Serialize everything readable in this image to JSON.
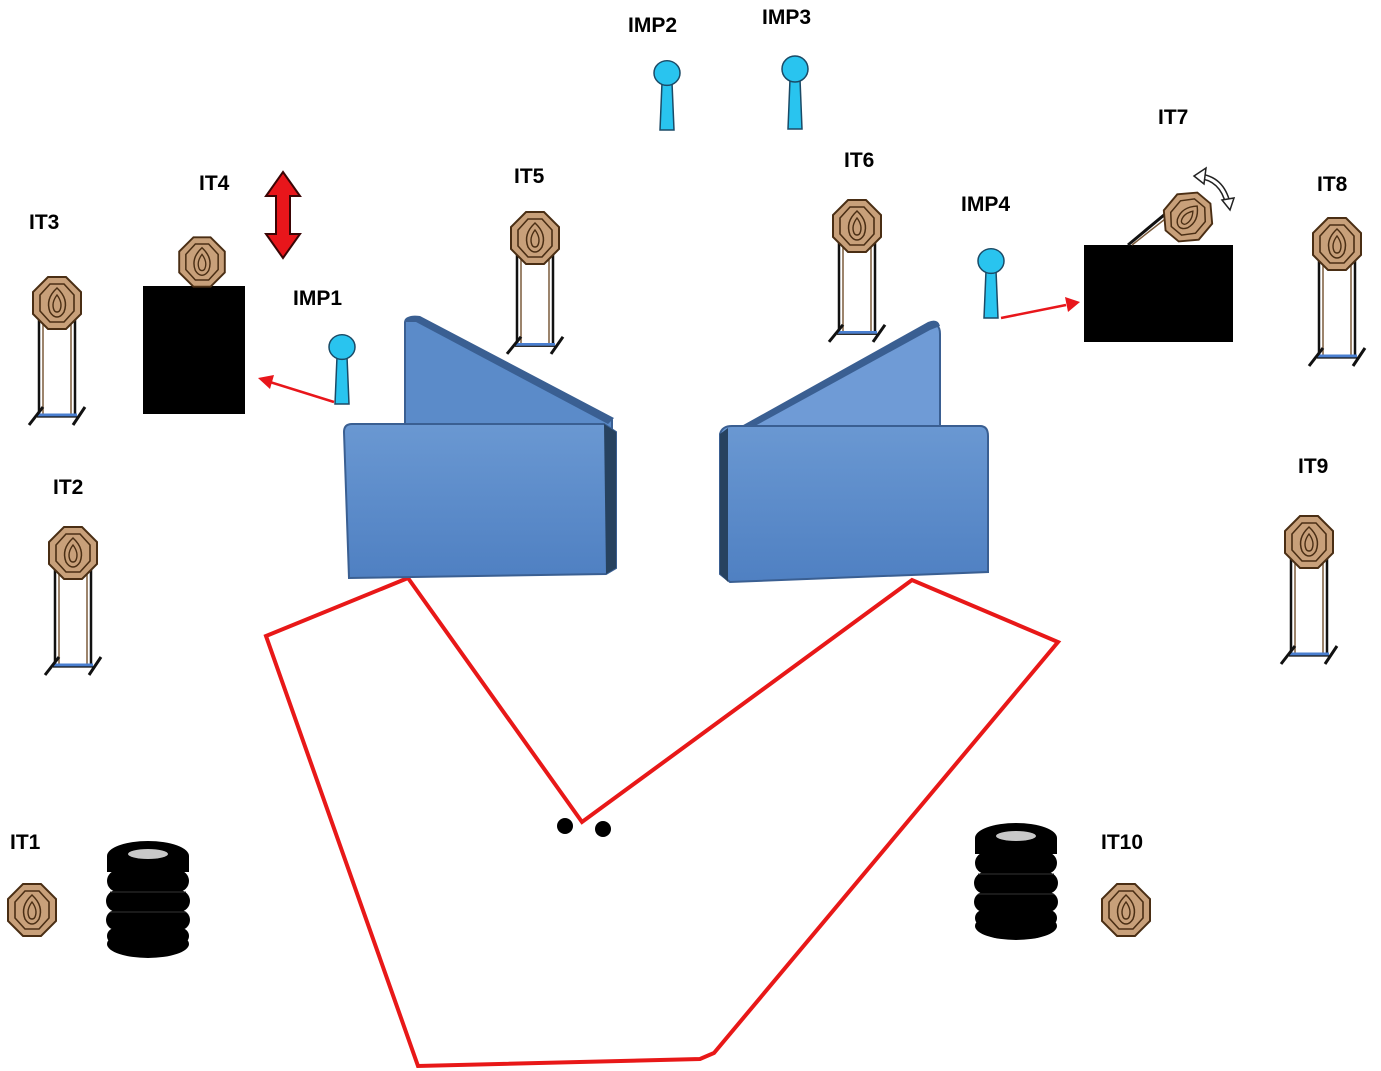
{
  "labels": {
    "it1": "IT1",
    "it2": "IT2",
    "it3": "IT3",
    "it4": "IT4",
    "it5": "IT5",
    "it6": "IT6",
    "it7": "IT7",
    "it8": "IT8",
    "it9": "IT9",
    "it10": "IT10",
    "imp1": "IMP1",
    "imp2": "IMP2",
    "imp3": "IMP3",
    "imp4": "IMP4"
  },
  "colors": {
    "target_fill": "#c8a07a",
    "target_stroke": "#4a2e14",
    "nopshoot_fill": "#29c4ef",
    "barricade_face": "#5b8bc9",
    "barricade_top": "#6f9bd6",
    "barricade_edge": "#3a5f92",
    "path_red": "#e81818",
    "arrow_red": "#e8161b",
    "black": "#000000",
    "stand_blue": "#4a7fd0"
  },
  "icons": {
    "target": "steel-target-icon",
    "no_shoot": "no-shoot-paddle-icon",
    "tires": "tire-stack-icon",
    "mover_vertical": "up-down-arrow-icon",
    "swinger": "rotate-arrow-icon"
  }
}
